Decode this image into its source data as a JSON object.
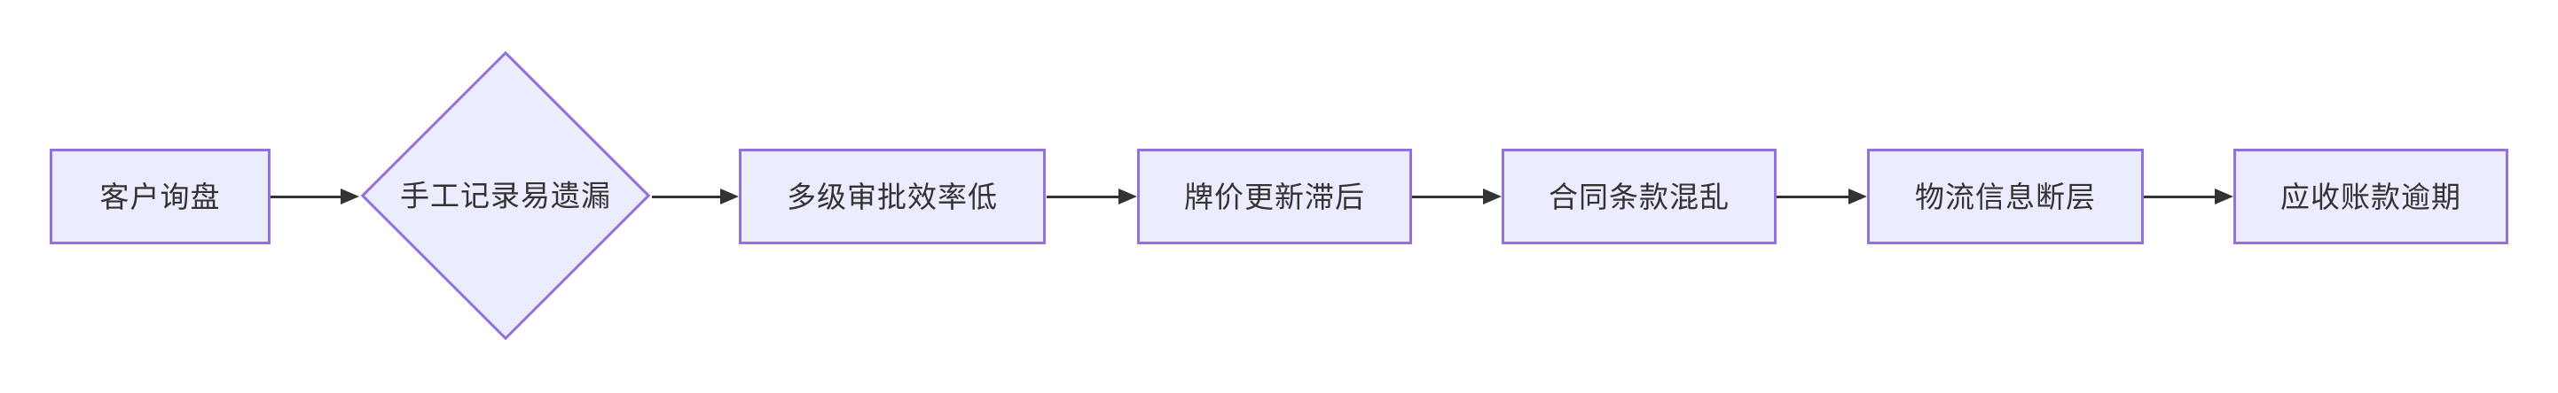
{
  "flowchart": {
    "type": "flow-chart-left-to-right",
    "background_color": "#ffffff",
    "node_fill_color": "#ECECFF",
    "node_border_color": "#9370DB",
    "text_color": "#333333",
    "arrow_color": "#333333",
    "nodes": [
      {
        "id": "n1",
        "shape": "rectangle",
        "label": "客户询盘"
      },
      {
        "id": "n2",
        "shape": "diamond",
        "label": "手工记录易遗漏"
      },
      {
        "id": "n3",
        "shape": "rectangle",
        "label": "多级审批效率低"
      },
      {
        "id": "n4",
        "shape": "rectangle",
        "label": "牌价更新滞后"
      },
      {
        "id": "n5",
        "shape": "rectangle",
        "label": "合同条款混乱"
      },
      {
        "id": "n6",
        "shape": "rectangle",
        "label": "物流信息断层"
      },
      {
        "id": "n7",
        "shape": "rectangle",
        "label": "应收账款逾期"
      }
    ],
    "edges": [
      {
        "from": "n1",
        "to": "n2"
      },
      {
        "from": "n2",
        "to": "n3"
      },
      {
        "from": "n3",
        "to": "n4"
      },
      {
        "from": "n4",
        "to": "n5"
      },
      {
        "from": "n5",
        "to": "n6"
      },
      {
        "from": "n6",
        "to": "n7"
      }
    ]
  }
}
